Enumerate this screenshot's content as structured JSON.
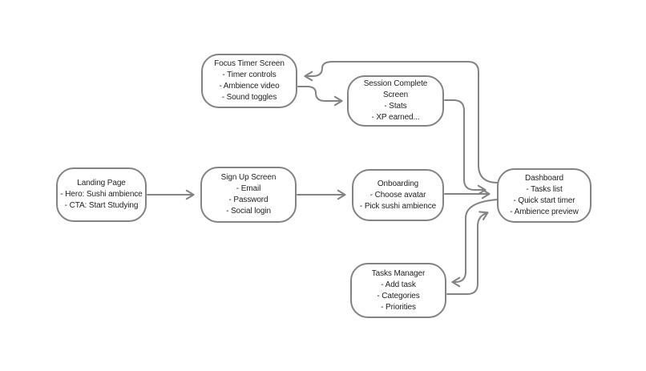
{
  "canvas": {
    "background_color": "#ffffff",
    "node_border_color": "#838383",
    "edge_color": "#838383",
    "text_color": "#222222"
  },
  "diagram": {
    "nodes": [
      {
        "id": "landing-page",
        "title": "Landing Page",
        "items": [
          "- Hero: Sushi ambience",
          "- CTA: Start Studying"
        ]
      },
      {
        "id": "sign-up-screen",
        "title": "Sign Up Screen",
        "items": [
          "- Email",
          "- Password",
          "- Social login"
        ]
      },
      {
        "id": "onboarding",
        "title": "Onboarding",
        "items": [
          "- Choose avatar",
          "- Pick sushi ambience"
        ]
      },
      {
        "id": "dashboard",
        "title": "Dashboard",
        "items": [
          "- Tasks list",
          "- Quick start timer",
          "- Ambience preview"
        ]
      },
      {
        "id": "focus-timer-screen",
        "title": "Focus Timer Screen",
        "items": [
          "- Timer controls",
          "- Ambience video",
          "- Sound toggles"
        ]
      },
      {
        "id": "session-complete-screen",
        "title": "Session Complete Screen",
        "items": [
          "- Stats",
          "- XP earned..."
        ]
      },
      {
        "id": "tasks-manager",
        "title": "Tasks Manager",
        "items": [
          "- Add task",
          "- Categories",
          "- Priorities"
        ]
      }
    ],
    "edges": [
      {
        "from": "landing-page",
        "to": "sign-up-screen"
      },
      {
        "from": "sign-up-screen",
        "to": "onboarding"
      },
      {
        "from": "onboarding",
        "to": "dashboard"
      },
      {
        "from": "dashboard",
        "to": "focus-timer-screen"
      },
      {
        "from": "focus-timer-screen",
        "to": "session-complete-screen"
      },
      {
        "from": "session-complete-screen",
        "to": "dashboard"
      },
      {
        "from": "dashboard",
        "to": "tasks-manager"
      },
      {
        "from": "tasks-manager",
        "to": "dashboard"
      }
    ]
  }
}
